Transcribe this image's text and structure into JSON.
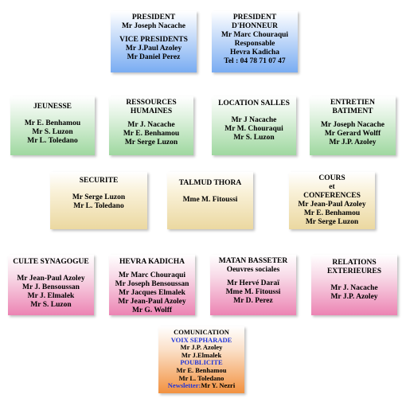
{
  "president": {
    "title": "PRESIDENT",
    "name": "Mr Joseph Nacache",
    "vice_title": "VICE PRESIDENTS",
    "vice_1": "Mr J.Paul  Azoley",
    "vice_2": "Mr Daniel Perez"
  },
  "honneur": {
    "title_1": "PRESIDENT",
    "title_2": "D'HONNEUR",
    "name": "Mr Marc Chouraqui",
    "role": "Responsable",
    "role_2": "Hevra Kadicha",
    "tel": "Tel : 04 78 71 07 47"
  },
  "jeunesse": {
    "title": "JEUNESSE",
    "members": [
      "Mr E. Benhamou",
      "Mr  S. Luzon",
      "Mr L. Toledano"
    ]
  },
  "ressources": {
    "title_1": "RESSOURCES",
    "title_2": "HUMAINES",
    "members": [
      "Mr J. Nacache",
      "Mr  E. Benhamou",
      "Mr Serge Luzon"
    ]
  },
  "location": {
    "title": "LOCATION SALLES",
    "members": [
      "Mr J Nacache",
      "Mr M. Chouraqui",
      "Mr S. Luzon"
    ]
  },
  "entretien": {
    "title_1": "ENTRETIEN",
    "title_2": "BATIMENT",
    "members": [
      "Mr Joseph Nacache",
      "Mr Gerard Wolff",
      "Mr J.P. Azoley"
    ]
  },
  "securite": {
    "title": "SECURITE",
    "members": [
      "Mr Serge Luzon",
      "Mr L. Toledano"
    ]
  },
  "talmud": {
    "title": "TALMUD THORA",
    "members": [
      "Mme M. Fitoussi"
    ]
  },
  "cours": {
    "title_1": "COURS",
    "title_2": "et",
    "title_3": "CONFERENCES",
    "members": [
      "Mr Jean-Paul Azoley",
      "Mr E. Benhamou",
      "Mr Serge Luzon"
    ]
  },
  "culte": {
    "title": "CULTE SYNAGOGUE",
    "members": [
      "Mr Jean-Paul Azoley",
      "Mr J. Bensoussan",
      "Mr J. Elmalek",
      "Mr S. Luzon"
    ]
  },
  "hevra": {
    "title": "HEVRA KADICHA",
    "members": [
      "Mr Marc Chouraqui",
      "Mr Joseph Bensoussan",
      "Mr Jacques Elmalek",
      "Mr Jean-Paul Azoley",
      "Mr G. Wolff"
    ]
  },
  "matan": {
    "title_1": "MATAN BASSETER",
    "title_2": "Oeuvres sociales",
    "members": [
      "Mr Hervé Daraï",
      "Mme M. Fitoussi",
      "Mr D. Perez"
    ]
  },
  "relations": {
    "title_1": "RELATIONS",
    "title_2": "EXTERIEURES",
    "members": [
      "Mr J. Nacache",
      "Mr J.P. Azoley"
    ]
  },
  "comunication": {
    "title": "COMUNICATION",
    "sub_1": "VOIX SEPHARADE",
    "sub_1_members": [
      "Mr J.P. Azoley",
      "Mr J.Elmalek"
    ],
    "sub_2": "POUBLICITE",
    "sub_2_members": [
      "Mr E. Benhamou",
      "Mr L. Toledano"
    ],
    "newsletter_label": "Newsletter:",
    "newsletter_name": "Mr Y. Nezri"
  },
  "colors": {
    "blue": "#79acf2",
    "green": "#9fd8a0",
    "yellow": "#ebd8a0",
    "pink": "#ec84b3",
    "orange": "#f2913f",
    "accent_text": "#2236d8"
  }
}
